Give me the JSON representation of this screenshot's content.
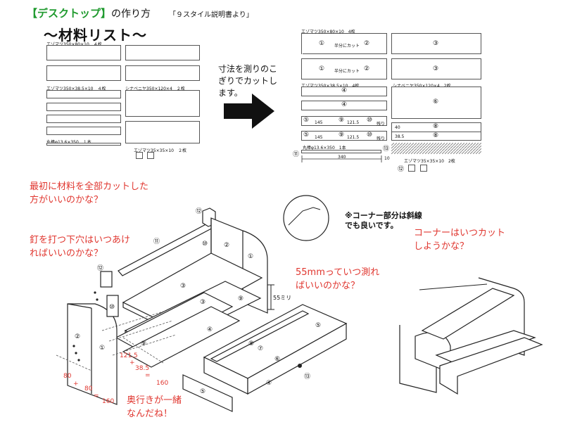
{
  "header": {
    "bracket_title": "【デスクトップ】",
    "title_suffix": "の作り方",
    "source_note": "「９スタイル説明書より」"
  },
  "materials": {
    "heading": "〜材料リスト〜",
    "row1_label": "エゾマツ350×80×10　４枚",
    "row2_left_label": "エゾマツ350×38.5×10　４枚",
    "row2_right_label": "シナベニヤ350×120×4　２枚",
    "rod_label": "丸棒φ13.6×350　１本",
    "block_label": "エゾマツ35×35×10　２枚"
  },
  "cut_instruction": "寸法を測りのこぎりでカットします。",
  "cut_plan": {
    "row1_label": "エゾマツ350×80×10　4枚",
    "row2_left_label": "エゾマツ350×38.5×10　4枚",
    "row2_right_label": "シナベニヤ350×120×4　2枚",
    "rod_label": "丸棒φ13.6×350　1本",
    "block_label": "エゾマツ35×35×10　2枚",
    "half_cut": "半分にカット",
    "n1": "①",
    "n2": "②",
    "n3": "③",
    "n4": "④",
    "n5": "⑤",
    "n6": "⑥",
    "n8": "⑧",
    "n9": "⑨",
    "n10": "⑩",
    "n11": "⑪",
    "n12": "⑫",
    "n13": "⑬",
    "v145": "145",
    "v121_5": "121.5",
    "remain": "残り",
    "v40": "40",
    "v38_5": "38.5",
    "v340": "340",
    "v10": "10"
  },
  "questions": {
    "q1": "最初に材料を全部カットした方がいいのかな？",
    "q2": "釘を打つ下穴はいつあければいいのかな？",
    "q3": "55mmっていつ測ればいいのかな？",
    "q4": "コーナーはいつカットしようかな？",
    "q5": "奥行きが一緒なんだね！"
  },
  "assembly": {
    "corner_note": "※コーナー部分は斜線でも良いです。",
    "dim_55": "55ミリ",
    "d80a": "80",
    "d80b": "80",
    "dplus1": "+",
    "deq1": "=",
    "d160a": "160",
    "d121": "121.5",
    "dplus2": "+",
    "d38": "38.5",
    "deq2": "=",
    "d160b": "160"
  }
}
